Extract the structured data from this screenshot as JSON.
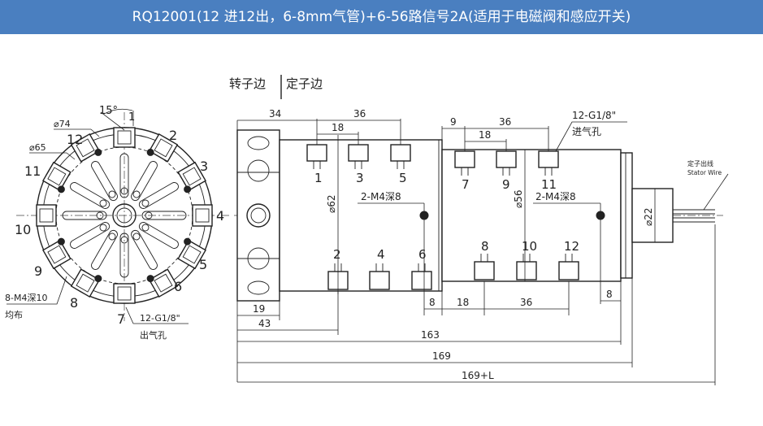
{
  "header": {
    "title": "RQ12001(12  进12出，6-8mm气管)+6-56路信号2A(适用于电磁阀和感应开关)",
    "background": "#4a7fc0"
  },
  "front_view": {
    "angle": "15°",
    "dia_outer": "⌀74",
    "dia_bolt": "⌀65",
    "ports": [
      "1",
      "2",
      "3",
      "4",
      "5",
      "6",
      "7",
      "8",
      "9",
      "10",
      "11",
      "12"
    ],
    "mount_note": "8-M4深10",
    "mount_note2": "均布",
    "port_note": "12-G1/8\"",
    "port_note2": "出气孔"
  },
  "side_view": {
    "rotor_label": "转子边",
    "stator_label": "定子边",
    "dim_34": "34",
    "dim_36_top": "36",
    "dim_18_top": "18",
    "dim_9": "9",
    "dim_36_mid": "36",
    "dim_18_mid": "18",
    "inlet_note": "12-G1/8\"",
    "inlet_note2": "进气孔",
    "stator_wire": "定子出线",
    "stator_wire_en": "Stator Wire",
    "top_ports_left": [
      "1",
      "3",
      "5"
    ],
    "top_ports_right": [
      "7",
      "9",
      "11"
    ],
    "bottom_ports_left": [
      "2",
      "4",
      "6"
    ],
    "bottom_ports_right": [
      "8",
      "10",
      "12"
    ],
    "dia_62": "⌀62",
    "dia_56": "⌀56",
    "dia_22": "⌀22",
    "tap_left": "2-M4深8",
    "tap_right": "2-M4深8",
    "dim_8_a": "8",
    "dim_18_b": "18",
    "dim_36_b": "36",
    "dim_8_b": "8",
    "dim_19": "19",
    "dim_43": "43",
    "dim_163": "163",
    "dim_169": "169",
    "dim_169L": "169+L"
  }
}
